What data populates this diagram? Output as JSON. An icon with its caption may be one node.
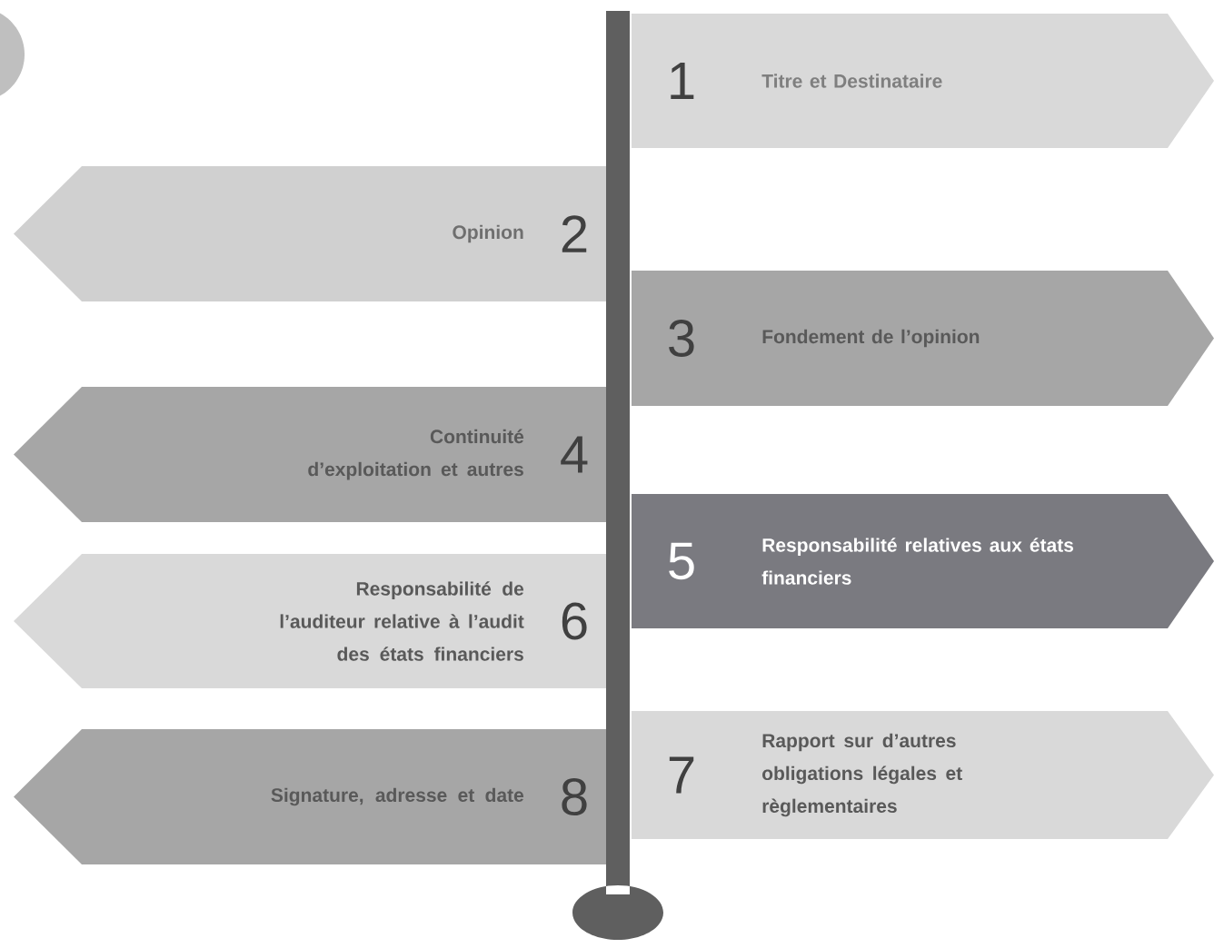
{
  "diagram": {
    "nodes": [
      {
        "text": [
          "1",
          "Titre et Destinataire"
        ]
      },
      {
        "text": [
          "Opinion",
          "2"
        ]
      },
      {
        "text": [
          "3",
          "Fondement de l’opinion"
        ]
      },
      {
        "text": [
          "Continuité d’exploitation et autres",
          "4"
        ]
      },
      {
        "text": [
          "5",
          "Responsabilité relatives aux états financiers"
        ]
      },
      {
        "text": [
          "Responsabilité de l’auditeur relative à l’audit des états financiers",
          "6"
        ]
      },
      {
        "text": [
          "7",
          "Rapport sur d’autres obligations légales et règlementaires"
        ]
      },
      {
        "text": [
          "Signature, adresse et date",
          "8"
        ]
      }
    ]
  }
}
